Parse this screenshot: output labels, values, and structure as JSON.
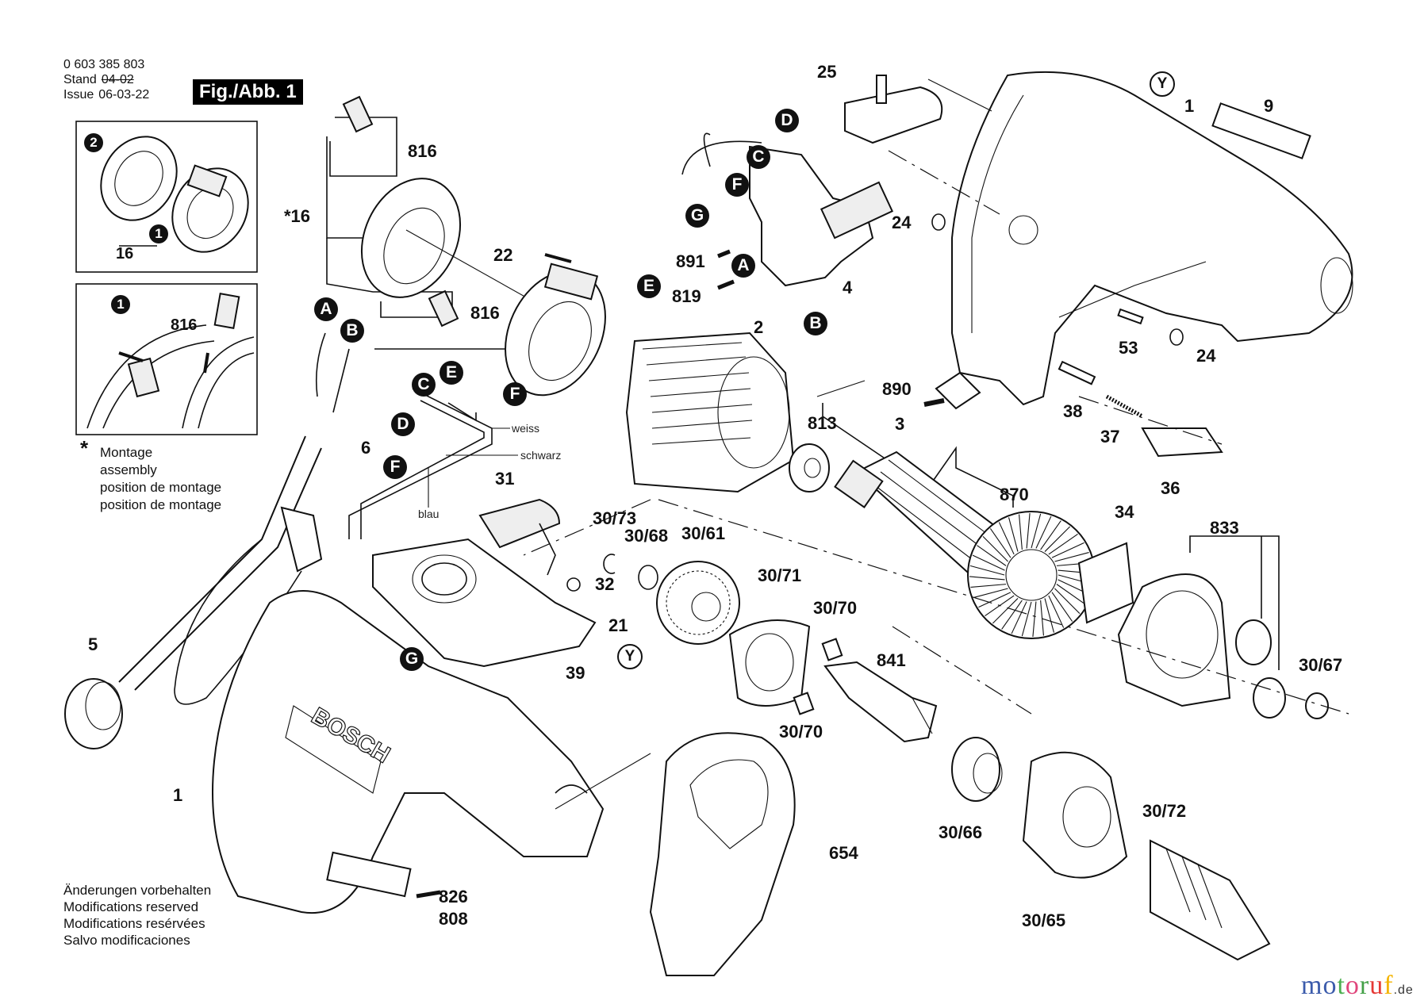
{
  "header": {
    "part_number": "0 603 385 803",
    "stand_label": "Stand",
    "issue_label": "Issue",
    "stand_date_struck": "04-02",
    "issue_date": "06-03-22",
    "figure_label": "Fig./Abb. 1"
  },
  "insets": {
    "top": {
      "steps": [
        "2",
        "1"
      ],
      "part_label": "16"
    },
    "bottom": {
      "steps": [
        "1"
      ],
      "part_label": "816"
    }
  },
  "assembly_note": {
    "symbol": "*",
    "lines": [
      "Montage",
      "assembly",
      "position de montage",
      "position de montage"
    ]
  },
  "wire_colors": {
    "white": "weiss",
    "black": "schwarz",
    "blue": "blau"
  },
  "callouts": {
    "A": "A",
    "B": "B",
    "C": "C",
    "D": "D",
    "E": "E",
    "F": "F",
    "G": "G",
    "Y": "Y"
  },
  "parts": {
    "p1": "1",
    "p1b": "1",
    "p2": "2",
    "p3": "3",
    "p4": "4",
    "p5": "5",
    "p6": "6",
    "p9": "9",
    "p16": "*16",
    "p21": "21",
    "p22": "22",
    "p24a": "24",
    "p24b": "24",
    "p25": "25",
    "p31": "31",
    "p32": "32",
    "p34": "34",
    "p36": "36",
    "p37": "37",
    "p38": "38",
    "p39": "39",
    "p53": "53",
    "p654": "654",
    "p808": "808",
    "p813": "813",
    "p816a": "816",
    "p816b": "816",
    "p819": "819",
    "p826": "826",
    "p833": "833",
    "p841": "841",
    "p870": "870",
    "p890": "890",
    "p891": "891",
    "p30_61": "30/61",
    "p30_65": "30/65",
    "p30_66": "30/66",
    "p30_67": "30/67",
    "p30_68": "30/68",
    "p30_70a": "30/70",
    "p30_70b": "30/70",
    "p30_71": "30/71",
    "p30_72": "30/72",
    "p30_73": "30/73"
  },
  "product_brand_on_body": "BOSCH",
  "footer_notes": [
    "Änderungen vorbehalten",
    "Modifications reserved",
    "Modifications resérvées",
    "Salvo modificaciones"
  ],
  "watermark": {
    "name": "motoruf",
    "tld": ".de",
    "letter_colors": [
      "#3b5bab",
      "#3b5bab",
      "#4caf50",
      "#e0457b",
      "#43a047",
      "#e53935",
      "#f4b400"
    ]
  }
}
